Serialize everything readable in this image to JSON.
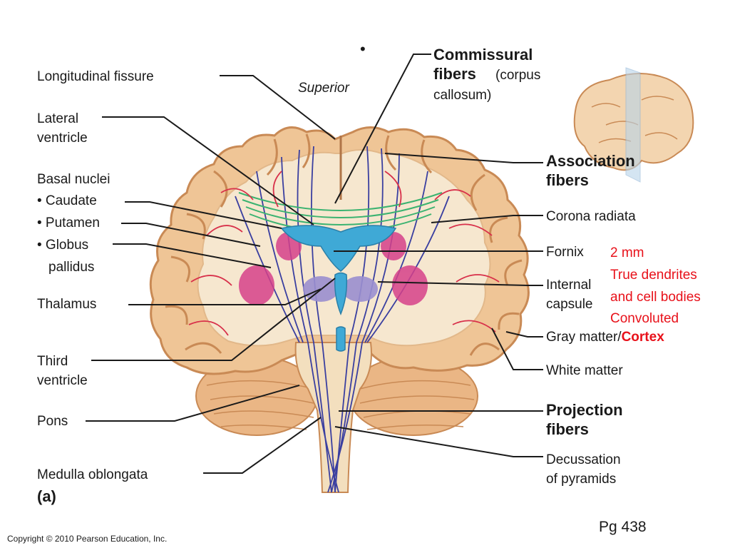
{
  "labels_left": {
    "longitudinal_fissure": "Longitudinal fissure",
    "lateral_ventricle_1": "Lateral",
    "lateral_ventricle_2": "ventricle",
    "basal_nuclei": "Basal nuclei",
    "caudate": "• Caudate",
    "putamen": "• Putamen",
    "globus_1": "• Globus",
    "globus_2": "pallidus",
    "thalamus": "Thalamus",
    "third_ventricle_1": "Third",
    "third_ventricle_2": "ventricle",
    "pons": "Pons",
    "medulla": "Medulla oblongata",
    "panel_letter": "(a)"
  },
  "labels_top": {
    "superior": "Superior",
    "dot": "•",
    "commissural_1": "Commissural",
    "commissural_2": "fibers",
    "commissural_3": "(corpus",
    "commissural_4": "callosum)"
  },
  "labels_right": {
    "association_1": "Association",
    "association_2": "fibers",
    "corona_radiata": "Corona radiata",
    "fornix": "Fornix",
    "internal_capsule_1": "Internal",
    "internal_capsule_2": "capsule",
    "gray_matter": "Gray matter/",
    "cortex": "Cortex",
    "white_matter": "White matter",
    "projection_1": "Projection",
    "projection_2": "fibers",
    "decussation_1": "Decussation",
    "decussation_2": "of pyramids"
  },
  "notes": {
    "line1": "2 mm",
    "line2": "True dendrites",
    "line3": "and cell bodies",
    "line4": "Convoluted"
  },
  "footer": {
    "copyright": "Copyright © 2010 Pearson Education, Inc.",
    "page": "Pg 438"
  },
  "colors": {
    "note_red": "#e8111a",
    "brain_fill": "#efc596",
    "brain_outline": "#c98a55",
    "white_matter": "#f6e7cf",
    "ventricle": "#3fa9d6",
    "basal_nuclei": "#d6418a",
    "thalamus": "#9b8fd0",
    "projection_fibers": "#3a3fa0",
    "commissural_fibers": "#3cb371",
    "association_fibers": "#d8304a"
  }
}
